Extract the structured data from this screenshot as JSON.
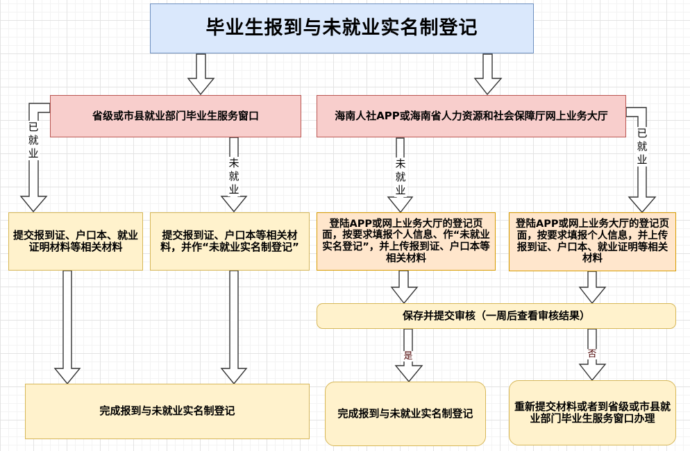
{
  "title": "毕业生报到与未就业实名制登记",
  "channels": {
    "offline": "省级或市县就业部门毕业生服务窗口",
    "online": "海南人社APP或海南省人力资源和社会保障厅网上业务大厅"
  },
  "edge_labels": {
    "employed": "已就业",
    "unemployed": "未就业",
    "yes": "是",
    "no": "否"
  },
  "steps": {
    "offline_employed": "提交报到证、户口本、就业证明材料等相关材料",
    "offline_unemployed": "提交报到证、户口本等相关材料，并作“未就业实名制登记”",
    "online_unemployed": "登陆APP或网上业务大厅的登记页面，按要求填报个人信息、作“未就业实名登记”，并上传报到证、户口本等相关材料",
    "online_employed": "登陆APP或网上业务大厅的登记页面，按要求填报个人信息，并上传报到证、户口本、就业证明等相关材料",
    "submit_review": "保存并提交审核（一周后查看审核结果）",
    "offline_done": "完成报到与未就业实名制登记",
    "online_done": "完成报到与未就业实名制登记",
    "online_rejected": "重新提交材料或者到省级或市县就业部门毕业生服务窗口办理"
  },
  "colors": {
    "title_fill": "#dae8fc",
    "title_stroke": "#6c8ebf",
    "channel_fill": "#f8cecc",
    "channel_stroke": "#b85450",
    "step_fill": "#fff2cc",
    "step_stroke": "#d6b656",
    "online_step_fill": "#ffe6cc",
    "online_step_stroke": "#d79b00"
  }
}
